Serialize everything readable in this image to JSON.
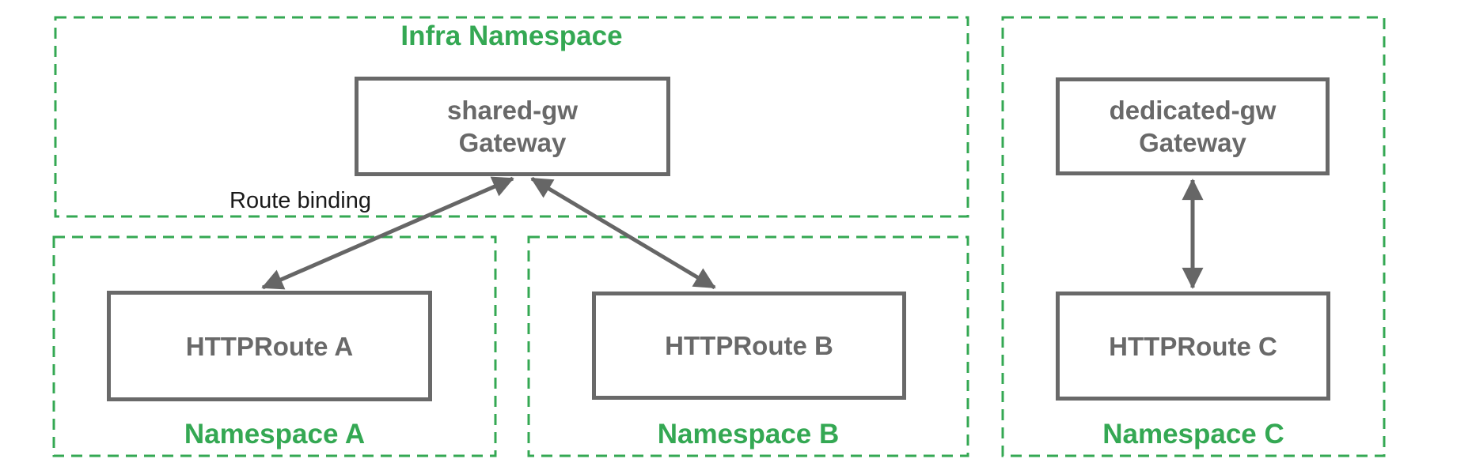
{
  "colors": {
    "green": "#34A853",
    "gray": "#696969",
    "arrow": "#666666",
    "label_black": "#1a1a1a"
  },
  "infra_namespace": {
    "title": "Infra Namespace",
    "gateway": {
      "name": "shared-gw",
      "kind": "Gateway"
    }
  },
  "route_binding": {
    "label": "Route binding"
  },
  "namespace_a": {
    "title": "Namespace A",
    "route": {
      "name": "HTTPRoute A"
    }
  },
  "namespace_b": {
    "title": "Namespace B",
    "route": {
      "name": "HTTPRoute B"
    }
  },
  "namespace_c": {
    "title": "Namespace C",
    "gateway": {
      "name": "dedicated-gw",
      "kind": "Gateway"
    },
    "route": {
      "name": "HTTPRoute C"
    }
  },
  "connections": [
    {
      "from": "shared-gw Gateway",
      "to": "HTTPRoute A",
      "label": "Route binding",
      "arrowheads": "both"
    },
    {
      "from": "shared-gw Gateway",
      "to": "HTTPRoute B",
      "label": "Route binding",
      "arrowheads": "both"
    },
    {
      "from": "dedicated-gw Gateway",
      "to": "HTTPRoute C",
      "label": "",
      "arrowheads": "both"
    }
  ]
}
